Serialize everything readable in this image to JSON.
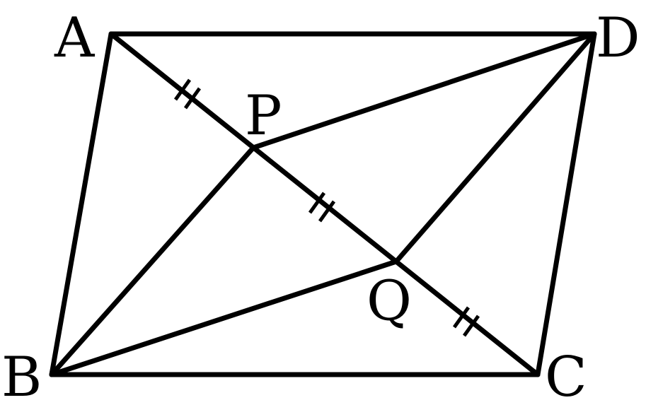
{
  "diagram": {
    "type": "geometry-figure",
    "points": {
      "A": "A",
      "B": "B",
      "C": "C",
      "D": "D",
      "P": "P",
      "Q": "Q"
    },
    "segments": [
      "AD",
      "DC",
      "CB",
      "BA",
      "AC",
      "PD",
      "PB",
      "QD",
      "QB"
    ],
    "equal_marks": [
      "AP",
      "PQ",
      "QC"
    ],
    "colors": {
      "stroke": "#000000",
      "background": "#ffffff"
    }
  }
}
